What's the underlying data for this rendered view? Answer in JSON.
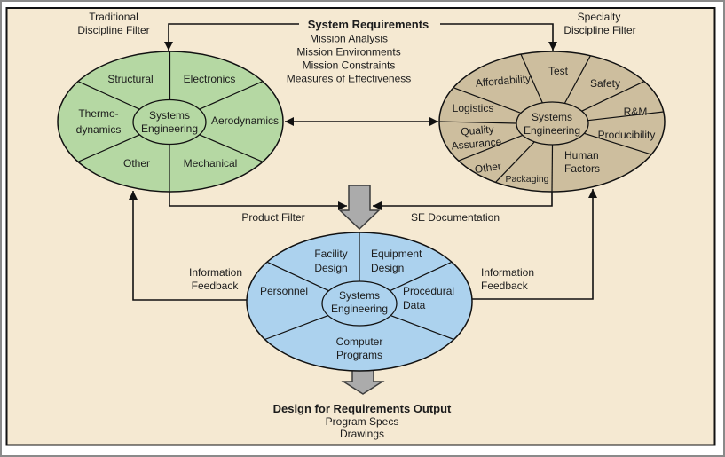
{
  "diagram": {
    "top": {
      "traditional_filter_lines": [
        "Traditional",
        "Discipline Filter"
      ],
      "specialty_filter_lines": [
        "Specialty",
        "Discipline Filter"
      ],
      "system_requirements": {
        "title": "System Requirements",
        "items": [
          "Mission Analysis",
          "Mission Environments",
          "Mission Constraints",
          "Measures of Effectiveness"
        ]
      }
    },
    "traditional_ellipse": {
      "center_lines": [
        "Systems",
        "Engineering"
      ],
      "segments": {
        "structural": "Structural",
        "electronics": "Electronics",
        "thermodynamics_lines": [
          "Thermo-",
          "dynamics"
        ],
        "aerodynamics": "Aerodynamics",
        "other": "Other",
        "mechanical": "Mechanical"
      }
    },
    "specialty_ellipse": {
      "center_lines": [
        "Systems",
        "Engineering"
      ],
      "segments": {
        "affordability": "Affordability",
        "test": "Test",
        "safety": "Safety",
        "r_and_m": "R&M",
        "producibility": "Producibility",
        "human_factors_lines": [
          "Human",
          "Factors"
        ],
        "packaging": "Packaging",
        "other": "Other",
        "quality_assurance_lines": [
          "Quality",
          "Assurance"
        ],
        "logistics": "Logistics"
      }
    },
    "middle": {
      "product_filter": "Product Filter",
      "se_documentation": "SE Documentation"
    },
    "design_ellipse": {
      "center_lines": [
        "Systems",
        "Engineering"
      ],
      "segments": {
        "facility_design_lines": [
          "Facility",
          "Design"
        ],
        "equipment_design_lines": [
          "Equipment",
          "Design"
        ],
        "personnel": "Personnel",
        "procedural_data_lines": [
          "Procedural",
          "Data"
        ],
        "computer_programs_lines": [
          "Computer",
          "Programs"
        ]
      }
    },
    "feedback": {
      "left_lines": [
        "Information",
        "Feedback"
      ],
      "right_lines": [
        "Information",
        "Feedback"
      ]
    },
    "output": {
      "title": "Design for Requirements Output",
      "items": [
        "Program Specs",
        "Drawings"
      ]
    },
    "colors": {
      "background": "#F5E9D2",
      "traditional_fill": "#B5D8A3",
      "specialty_fill": "#CDBE9E",
      "design_fill": "#ACD2EE",
      "arrow_fill": "#ABABAB"
    }
  }
}
